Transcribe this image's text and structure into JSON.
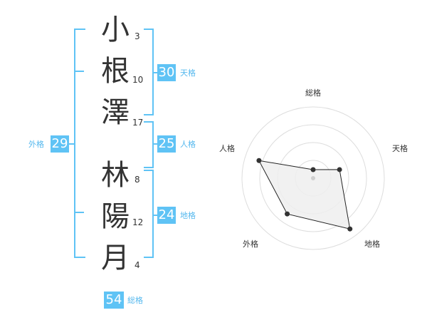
{
  "name": {
    "characters": [
      {
        "char": "小",
        "strokes": "3"
      },
      {
        "char": "根",
        "strokes": "10"
      },
      {
        "char": "澤",
        "strokes": "17"
      },
      {
        "char": "林",
        "strokes": "8"
      },
      {
        "char": "陽",
        "strokes": "12"
      },
      {
        "char": "月",
        "strokes": "4"
      }
    ]
  },
  "fortune": {
    "tenkaku": {
      "value": "30",
      "label": "天格"
    },
    "jinkaku": {
      "value": "25",
      "label": "人格"
    },
    "chikaku": {
      "value": "24",
      "label": "地格"
    },
    "gaikaku": {
      "value": "29",
      "label": "外格"
    },
    "soukaku": {
      "value": "54",
      "label": "総格"
    }
  },
  "radar": {
    "axes": [
      "総格",
      "天格",
      "地格",
      "外格",
      "人格"
    ],
    "levels": 4,
    "values": [
      0.12,
      0.39,
      0.88,
      0.62,
      0.8
    ],
    "fill_color": "#eeeeee",
    "line_color": "#222222"
  },
  "colors": {
    "accent": "#5fc3f5"
  }
}
